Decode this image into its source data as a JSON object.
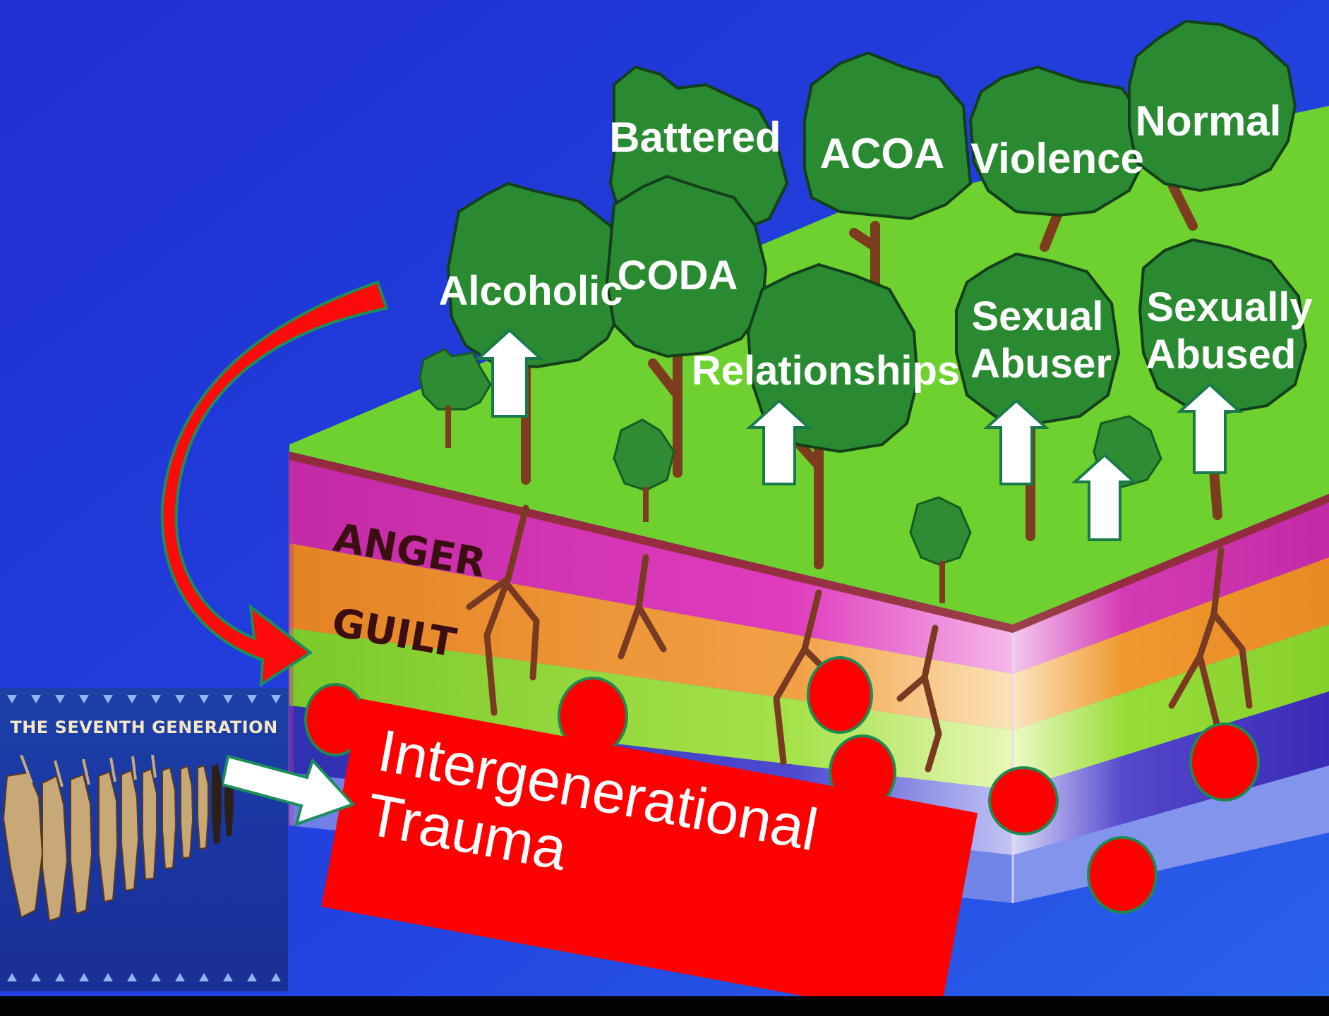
{
  "trees": {
    "battered": "Battered",
    "acoa": "ACOA",
    "violence": "Violence",
    "normal": "Normal",
    "alcoholic": "Alcoholic",
    "coda": "CODA",
    "relationships": "Relationships",
    "sexual_abuser_line1": "Sexual",
    "sexual_abuser_line2": "Abuser",
    "sexually_abused_line1": "Sexually",
    "sexually_abused_line2": "Abused"
  },
  "layers": {
    "anger": "ANGER",
    "guilt": "GUILT"
  },
  "banner": {
    "text": "Intergenerational\nTrauma"
  },
  "inset": {
    "title": "THE SEVENTH GENERATION"
  },
  "colors": {
    "sky": "#2138d6",
    "grass": "#6fd52e",
    "anger_layer": "#d52fb0",
    "guilt_layer": "#ee8f2b",
    "shame_layer": "#8fd62a",
    "fear_layer": "#3c2fb8",
    "banner": "#ff0000",
    "dots": "#ff0000",
    "dot_outline": "#1d8a52",
    "tree_canopy": "#2a8a32",
    "trunk": "#7b3d1e"
  }
}
